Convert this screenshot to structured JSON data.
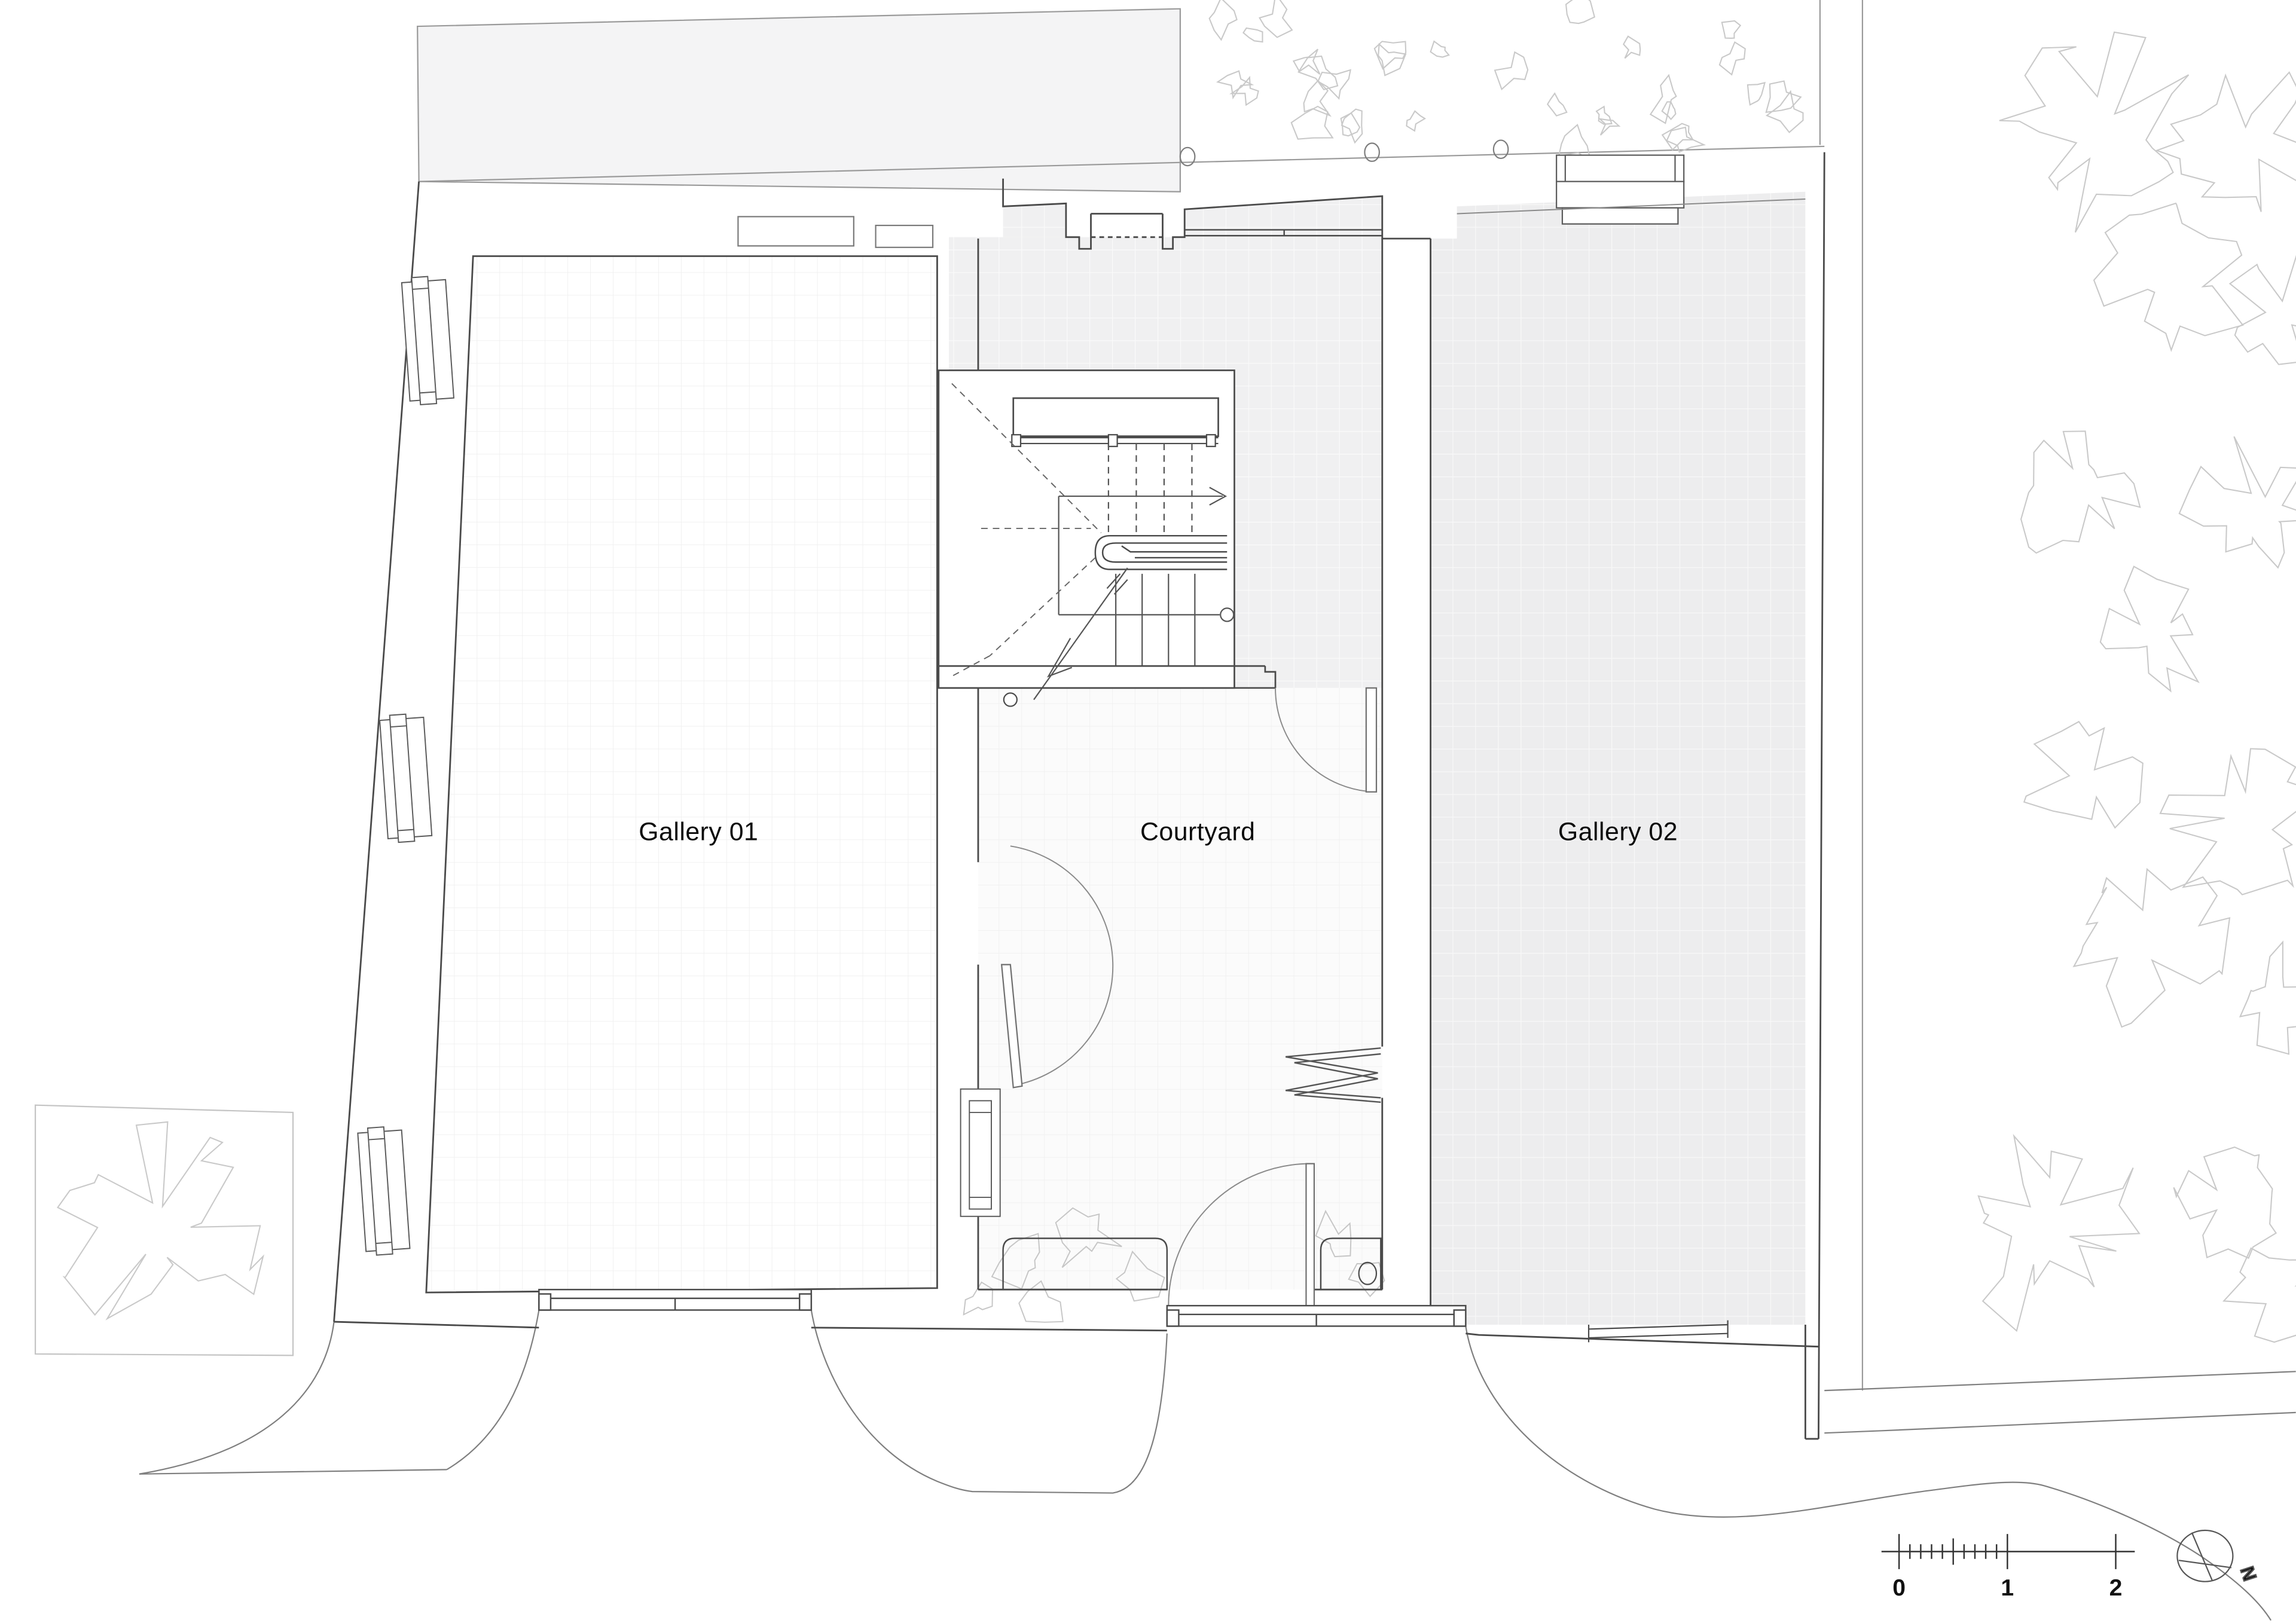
{
  "plan": {
    "drawing_type": "ground floor plan",
    "rooms": [
      {
        "id": "gallery-01",
        "label": "Gallery 01"
      },
      {
        "id": "courtyard",
        "label": "Courtyard"
      },
      {
        "id": "gallery-02",
        "label": "Gallery 02"
      }
    ]
  },
  "scale_bar": {
    "ticks": [
      "0",
      "1",
      "2"
    ],
    "subdivisions_between_0_and_1": 10
  },
  "compass": {
    "label": "N"
  },
  "colors": {
    "paper": "#ffffff",
    "wall_line": "#4a4a4a",
    "detail_line": "#6f6f6f",
    "site_line": "#9a9a9a",
    "tree_line": "#c9c9c9",
    "parcel_fill": "#f4f4f5",
    "lobby_floor": "#f0f0f1",
    "gallery02_floor": "#ededee",
    "courtyard_floor": "#fbfbfb"
  }
}
